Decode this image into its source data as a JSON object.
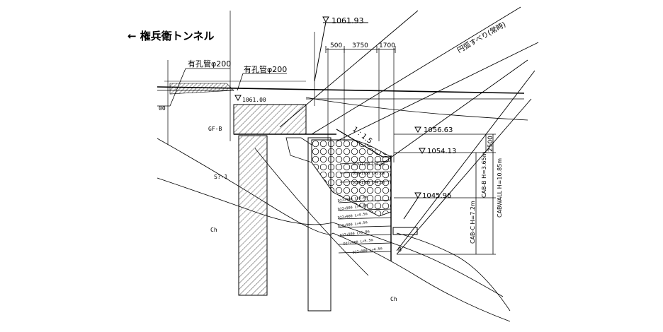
{
  "drawing": {
    "direction_label": "← 権兵衛トンネル",
    "pipe_label_1": "有孔管φ200",
    "pipe_label_2": "有孔管φ200",
    "elev_top": "1061.93",
    "elev_road": "1061.00",
    "elev_bench": "1056.63",
    "elev_mid": "1054.13",
    "elev_low": "1045.96",
    "dim_500": "500",
    "dim_3750": "3750",
    "dim_1700": "1700",
    "dim_2500": "2500",
    "slope": "1 : 1.5",
    "slip_label": "円弧すべり(常時)",
    "layer_gfb": "GF-B",
    "layer_s": "S?-1",
    "layer_ch_left": "Ch",
    "layer_ch_bottom": "Ch",
    "edge_label": "00",
    "cab_b": "CAB-B H=3.65m",
    "cab_c": "CAB-C H=7.2m",
    "cabwall": "CABWALL H=10.85m",
    "label_b": "B",
    "anchors_upper": [
      "D19+1700 L=5.5m",
      "D19+1700 L=5.0m",
      "D19+1700 L=4.5m"
    ],
    "anchors_lower": [
      "D22+900 L=4.0m",
      "D22+900 L=4.0m",
      "D22+900 L=4.5m",
      "D22+900 L=4.5m",
      "D22+900 L=5.0m",
      "D22+900 L=5.5m",
      "D22+900 L=4.5m"
    ]
  }
}
